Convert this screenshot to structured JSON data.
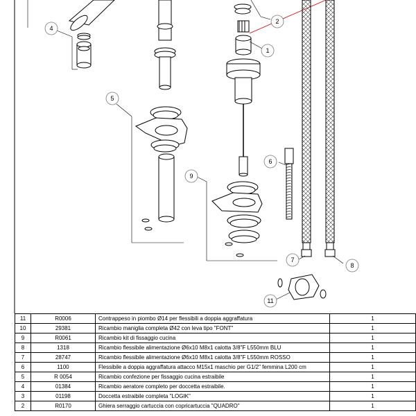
{
  "callouts": {
    "c1": "1",
    "c2": "2",
    "c4": "4",
    "c5": "5",
    "c6": "6",
    "c7": "7",
    "c8": "8",
    "c9": "9",
    "c11": "11"
  },
  "parts": [
    {
      "pos": "11",
      "code": "R0006",
      "description": "Contrappeso in piombo Ø14 per flessibili a doppia aggraffatura",
      "qty": "1"
    },
    {
      "pos": "10",
      "code": "29381",
      "description": "Ricambio maniglia completa Ø42 con leva tipo \"FONT\"",
      "qty": "1"
    },
    {
      "pos": "9",
      "code": "R0061",
      "description": "Ricambio kit di fissaggio cucina",
      "qty": "1"
    },
    {
      "pos": "8",
      "code": "1318",
      "description": "Ricambio flessibile alimentazione Ø6x10 M8x1 calotta 3/8\"F L550mm BLU",
      "qty": "1"
    },
    {
      "pos": "7",
      "code": "28747",
      "description": "Ricambio flessibile alimentazione Ø6x10 M8x1 calotta 3/8\"F L550mm ROSSO",
      "qty": "1"
    },
    {
      "pos": "6",
      "code": "1100",
      "description": "Flessibile a doppia aggraffatura attacco M15x1 maschio per G1/2\" femmina L200 cm",
      "qty": "1"
    },
    {
      "pos": "5",
      "code": "R 0054",
      "description": "Ricambio confezione per fissaggio cucina estraibile",
      "qty": "1"
    },
    {
      "pos": "4",
      "code": "01384",
      "description": "Ricambio aeratore completo per doccetta estraibile.",
      "qty": "1"
    },
    {
      "pos": "3",
      "code": "01198",
      "description": "Doccetta estraibile completa \"LOGIK\"",
      "qty": "1"
    },
    {
      "pos": "2",
      "code": "R0170",
      "description": "Ghiera serraggio cartuccia con copricartuccia \"QUADRO\"",
      "qty": "1"
    }
  ]
}
